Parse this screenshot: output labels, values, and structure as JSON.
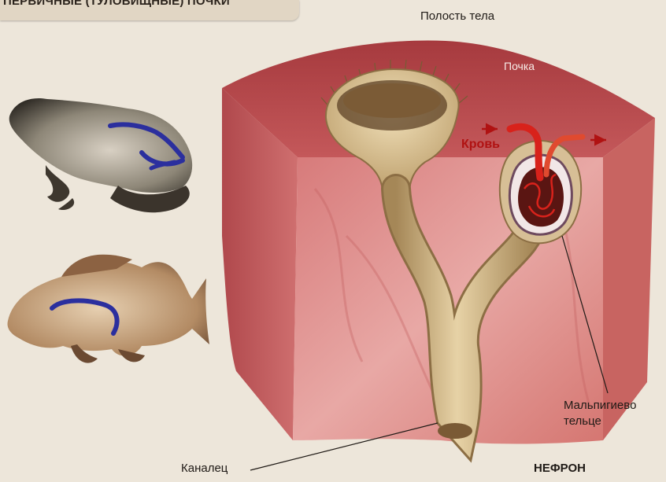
{
  "diagram": {
    "title": "ПЕРВИЧНЫЕ (ТУЛОВИЩНЫЕ) ПОЧКИ",
    "labels": {
      "body_cavity": "Полость тела",
      "kidney": "Почка",
      "blood": "Кровь",
      "malpighian_body": "Мальпигиево тельце",
      "tubule": "Каналец",
      "nephron": "НЕФРОН"
    },
    "organisms": [
      "frog",
      "fish"
    ],
    "colors": {
      "kidney_tissue": "#c85a5c",
      "kidney_top": "#b34548",
      "tubule": "#c9ab79",
      "kidney_marker": "#2b2f9e",
      "artery": "#d8221b",
      "background": "#ede6da"
    }
  }
}
